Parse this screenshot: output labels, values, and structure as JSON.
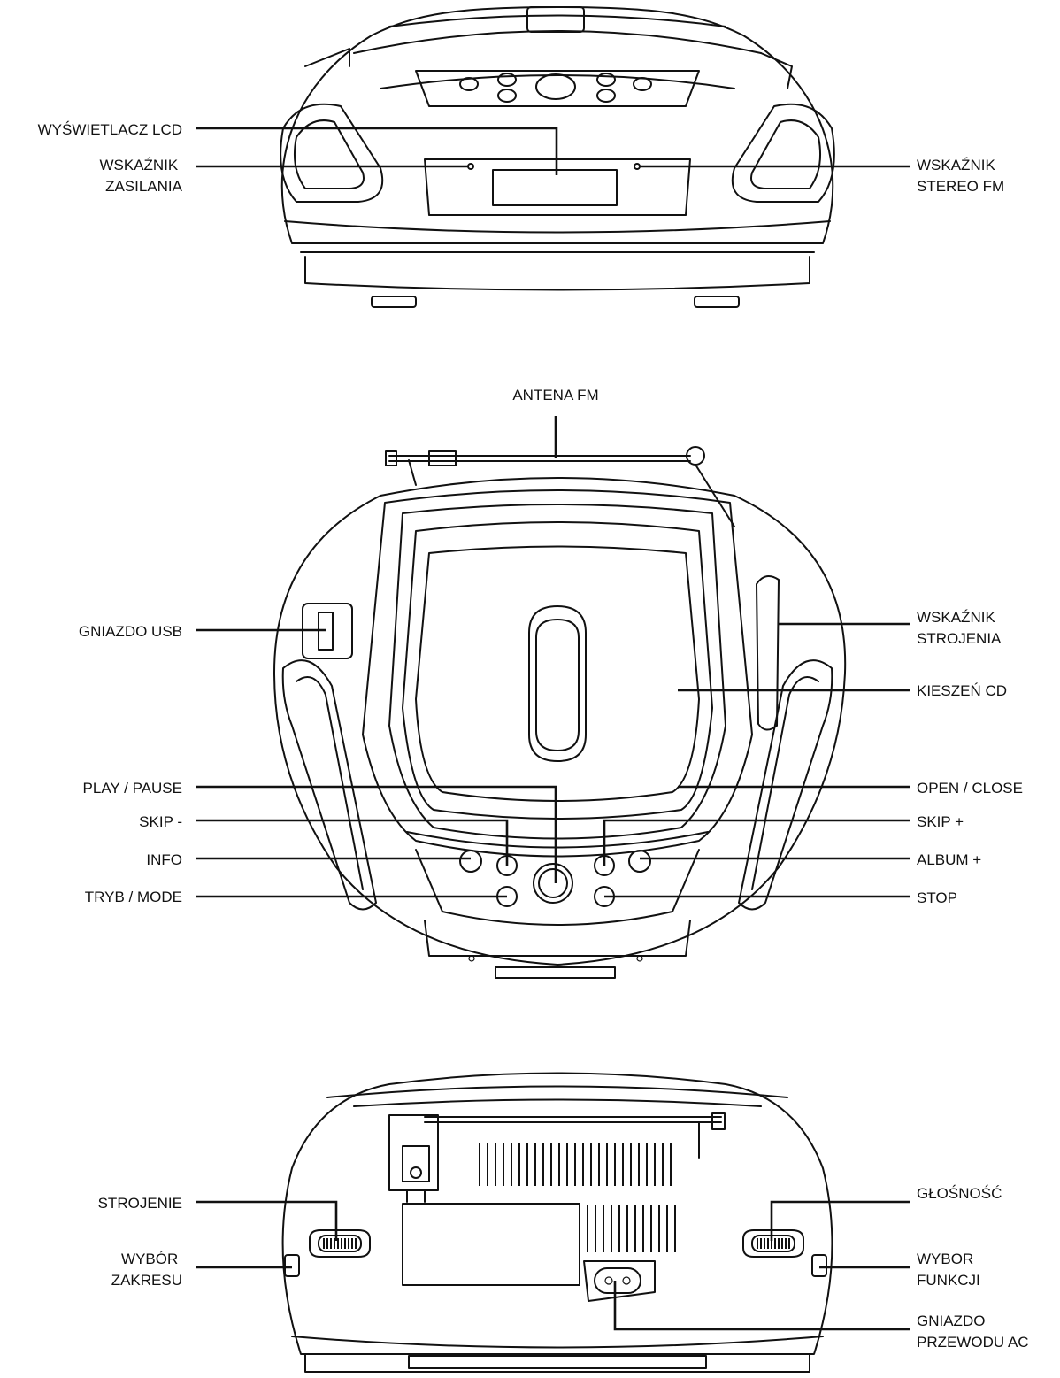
{
  "front_view": {
    "labels": {
      "lcd": "WYŚWIETLACZ LCD",
      "power_line1": "WSKAŹNIK",
      "power_line2": "ZASILANIA",
      "stereo_line1": "WSKAŹNIK",
      "stereo_line2": "STEREO FM"
    }
  },
  "top_view": {
    "labels": {
      "antenna": "ANTENA FM",
      "usb": "GNIAZDO USB",
      "tuning_ind_line1": "WSKAŹNIK",
      "tuning_ind_line2": "STROJENIA",
      "cd_pocket": "KIESZEŃ CD",
      "play_pause": "PLAY / PAUSE",
      "open_close": "OPEN / CLOSE",
      "skip_minus": "SKIP -",
      "skip_plus": "SKIP +",
      "info": "INFO",
      "album_plus": "ALBUM +",
      "mode": "TRYB / MODE",
      "stop": "STOP"
    }
  },
  "back_view": {
    "labels": {
      "tuning": "STROJENIE",
      "volume": "GŁOŚNOŚĆ",
      "band_line1": "WYBÓR",
      "band_line2": "ZAKRESU",
      "function_line1": "WYBOR",
      "function_line2": "FUNKCJI",
      "ac_line1": "GNIAZDO",
      "ac_line2": "PRZEWODU AC"
    }
  }
}
